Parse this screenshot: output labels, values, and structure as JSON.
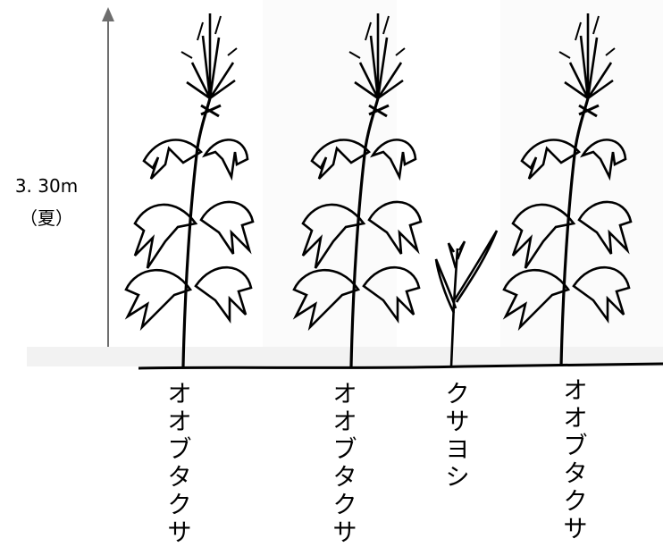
{
  "height_annotation": {
    "value": "3. 30m",
    "season": "（夏）"
  },
  "plants": [
    {
      "id": "oobutakusa-1",
      "label": "オオブタクサ"
    },
    {
      "id": "oobutakusa-2",
      "label": "オオブタクサ"
    },
    {
      "id": "kusayoshi",
      "label": "クサヨシ"
    },
    {
      "id": "oobutakusa-3",
      "label": "オオブタクサ"
    }
  ],
  "colors": {
    "arrow": "#6e6e6e",
    "ink": "#000000",
    "ground_shadow": "#f2f2f2"
  }
}
